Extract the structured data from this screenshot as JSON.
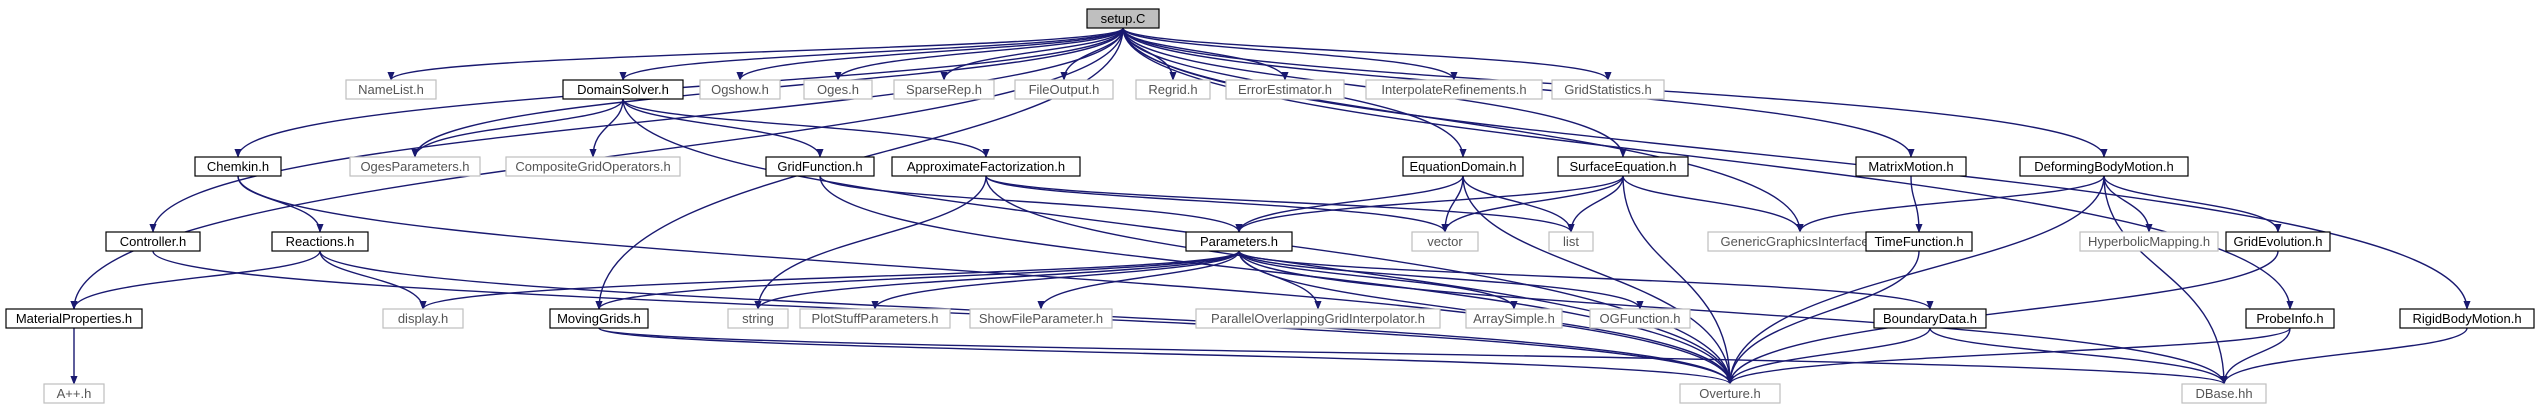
{
  "colors": {
    "edge": "#191970",
    "root_fill": "#bfbfbf",
    "documented_border": "#000000",
    "external_border": "#bfbfbf"
  },
  "root": "setup.C",
  "nodes": [
    {
      "id": "setup_C",
      "label": "setup.C",
      "kind": "root"
    },
    {
      "id": "NameList_h",
      "label": "NameList.h",
      "kind": "external"
    },
    {
      "id": "DomainSolver_h",
      "label": "DomainSolver.h",
      "kind": "documented"
    },
    {
      "id": "Ogshow_h",
      "label": "Ogshow.h",
      "kind": "external"
    },
    {
      "id": "Oges_h",
      "label": "Oges.h",
      "kind": "external"
    },
    {
      "id": "SparseRep_h",
      "label": "SparseRep.h",
      "kind": "external"
    },
    {
      "id": "FileOutput_h",
      "label": "FileOutput.h",
      "kind": "external"
    },
    {
      "id": "Regrid_h",
      "label": "Regrid.h",
      "kind": "external"
    },
    {
      "id": "ErrorEstimator_h",
      "label": "ErrorEstimator.h",
      "kind": "external"
    },
    {
      "id": "InterpolateRefinements_h",
      "label": "InterpolateRefinements.h",
      "kind": "external"
    },
    {
      "id": "GridStatistics_h",
      "label": "GridStatistics.h",
      "kind": "external"
    },
    {
      "id": "Chemkin_h",
      "label": "Chemkin.h",
      "kind": "documented"
    },
    {
      "id": "OgesParameters_h",
      "label": "OgesParameters.h",
      "kind": "external"
    },
    {
      "id": "CompositeGridOperators_h",
      "label": "CompositeGridOperators.h",
      "kind": "external"
    },
    {
      "id": "GridFunction_h",
      "label": "GridFunction.h",
      "kind": "documented"
    },
    {
      "id": "ApproximateFactorization_h",
      "label": "ApproximateFactorization.h",
      "kind": "documented"
    },
    {
      "id": "EquationDomain_h",
      "label": "EquationDomain.h",
      "kind": "documented"
    },
    {
      "id": "SurfaceEquation_h",
      "label": "SurfaceEquation.h",
      "kind": "documented"
    },
    {
      "id": "MatrixMotion_h",
      "label": "MatrixMotion.h",
      "kind": "documented"
    },
    {
      "id": "DeformingBodyMotion_h",
      "label": "DeformingBodyMotion.h",
      "kind": "documented"
    },
    {
      "id": "Controller_h",
      "label": "Controller.h",
      "kind": "documented"
    },
    {
      "id": "Reactions_h",
      "label": "Reactions.h",
      "kind": "documented"
    },
    {
      "id": "Parameters_h",
      "label": "Parameters.h",
      "kind": "documented"
    },
    {
      "id": "vector",
      "label": "vector",
      "kind": "external"
    },
    {
      "id": "list",
      "label": "list",
      "kind": "external"
    },
    {
      "id": "GenericGraphicsInterface_h",
      "label": "GenericGraphicsInterface.h",
      "kind": "external"
    },
    {
      "id": "TimeFunction_h",
      "label": "TimeFunction.h",
      "kind": "documented"
    },
    {
      "id": "HyperbolicMapping_h",
      "label": "HyperbolicMapping.h",
      "kind": "external"
    },
    {
      "id": "GridEvolution_h",
      "label": "GridEvolution.h",
      "kind": "documented"
    },
    {
      "id": "MaterialProperties_h",
      "label": "MaterialProperties.h",
      "kind": "documented"
    },
    {
      "id": "display_h",
      "label": "display.h",
      "kind": "external"
    },
    {
      "id": "MovingGrids_h",
      "label": "MovingGrids.h",
      "kind": "documented"
    },
    {
      "id": "string",
      "label": "string",
      "kind": "external"
    },
    {
      "id": "PlotStuffParameters_h",
      "label": "PlotStuffParameters.h",
      "kind": "external"
    },
    {
      "id": "ShowFileParameter_h",
      "label": "ShowFileParameter.h",
      "kind": "external"
    },
    {
      "id": "ParallelOverlappingGridInterpolator_h",
      "label": "ParallelOverlappingGridInterpolator.h",
      "kind": "external"
    },
    {
      "id": "ArraySimple_h",
      "label": "ArraySimple.h",
      "kind": "external"
    },
    {
      "id": "OGFunction_h",
      "label": "OGFunction.h",
      "kind": "external"
    },
    {
      "id": "BoundaryData_h",
      "label": "BoundaryData.h",
      "kind": "documented"
    },
    {
      "id": "ProbeInfo_h",
      "label": "ProbeInfo.h",
      "kind": "documented"
    },
    {
      "id": "RigidBodyMotion_h",
      "label": "RigidBodyMotion.h",
      "kind": "documented"
    },
    {
      "id": "A_h",
      "label": "A++.h",
      "kind": "external"
    },
    {
      "id": "Overture_h",
      "label": "Overture.h",
      "kind": "external"
    },
    {
      "id": "DBase_hh",
      "label": "DBase.hh",
      "kind": "external"
    }
  ],
  "edges": [
    [
      "setup_C",
      "NameList_h"
    ],
    [
      "setup_C",
      "DomainSolver_h"
    ],
    [
      "setup_C",
      "Ogshow_h"
    ],
    [
      "setup_C",
      "Oges_h"
    ],
    [
      "setup_C",
      "SparseRep_h"
    ],
    [
      "setup_C",
      "FileOutput_h"
    ],
    [
      "setup_C",
      "Regrid_h"
    ],
    [
      "setup_C",
      "ErrorEstimator_h"
    ],
    [
      "setup_C",
      "InterpolateRefinements_h"
    ],
    [
      "setup_C",
      "GridStatistics_h"
    ],
    [
      "setup_C",
      "Chemkin_h"
    ],
    [
      "setup_C",
      "OgesParameters_h"
    ],
    [
      "setup_C",
      "EquationDomain_h"
    ],
    [
      "setup_C",
      "SurfaceEquation_h"
    ],
    [
      "setup_C",
      "MatrixMotion_h"
    ],
    [
      "setup_C",
      "DeformingBodyMotion_h"
    ],
    [
      "setup_C",
      "Controller_h"
    ],
    [
      "setup_C",
      "MaterialProperties_h"
    ],
    [
      "setup_C",
      "MovingGrids_h"
    ],
    [
      "setup_C",
      "GenericGraphicsInterface_h"
    ],
    [
      "setup_C",
      "ProbeInfo_h"
    ],
    [
      "setup_C",
      "RigidBodyMotion_h"
    ],
    [
      "DomainSolver_h",
      "OgesParameters_h"
    ],
    [
      "DomainSolver_h",
      "CompositeGridOperators_h"
    ],
    [
      "DomainSolver_h",
      "GridFunction_h"
    ],
    [
      "DomainSolver_h",
      "ApproximateFactorization_h"
    ],
    [
      "DomainSolver_h",
      "Overture_h"
    ],
    [
      "Chemkin_h",
      "Reactions_h"
    ],
    [
      "Chemkin_h",
      "Overture_h"
    ],
    [
      "Reactions_h",
      "MaterialProperties_h"
    ],
    [
      "Reactions_h",
      "display_h"
    ],
    [
      "Reactions_h",
      "Overture_h"
    ],
    [
      "GridFunction_h",
      "Parameters_h"
    ],
    [
      "GridFunction_h",
      "Overture_h"
    ],
    [
      "ApproximateFactorization_h",
      "string"
    ],
    [
      "ApproximateFactorization_h",
      "vector"
    ],
    [
      "ApproximateFactorization_h",
      "list"
    ],
    [
      "ApproximateFactorization_h",
      "Overture_h"
    ],
    [
      "EquationDomain_h",
      "Parameters_h"
    ],
    [
      "EquationDomain_h",
      "vector"
    ],
    [
      "EquationDomain_h",
      "list"
    ],
    [
      "EquationDomain_h",
      "Overture_h"
    ],
    [
      "SurfaceEquation_h",
      "Parameters_h"
    ],
    [
      "SurfaceEquation_h",
      "vector"
    ],
    [
      "SurfaceEquation_h",
      "list"
    ],
    [
      "SurfaceEquation_h",
      "GenericGraphicsInterface_h"
    ],
    [
      "SurfaceEquation_h",
      "Overture_h"
    ],
    [
      "Parameters_h",
      "display_h"
    ],
    [
      "Parameters_h",
      "MovingGrids_h"
    ],
    [
      "Parameters_h",
      "string"
    ],
    [
      "Parameters_h",
      "PlotStuffParameters_h"
    ],
    [
      "Parameters_h",
      "ShowFileParameter_h"
    ],
    [
      "Parameters_h",
      "ParallelOverlappingGridInterpolator_h"
    ],
    [
      "Parameters_h",
      "ArraySimple_h"
    ],
    [
      "Parameters_h",
      "OGFunction_h"
    ],
    [
      "Parameters_h",
      "BoundaryData_h"
    ],
    [
      "Parameters_h",
      "Overture_h"
    ],
    [
      "Parameters_h",
      "DBase_hh"
    ],
    [
      "MatrixMotion_h",
      "TimeFunction_h"
    ],
    [
      "TimeFunction_h",
      "Overture_h"
    ],
    [
      "DeformingBodyMotion_h",
      "GenericGraphicsInterface_h"
    ],
    [
      "DeformingBodyMotion_h",
      "HyperbolicMapping_h"
    ],
    [
      "DeformingBodyMotion_h",
      "GridEvolution_h"
    ],
    [
      "DeformingBodyMotion_h",
      "Overture_h"
    ],
    [
      "DeformingBodyMotion_h",
      "DBase_hh"
    ],
    [
      "GridEvolution_h",
      "Overture_h"
    ],
    [
      "Controller_h",
      "Overture_h"
    ],
    [
      "MaterialProperties_h",
      "A_h"
    ],
    [
      "MovingGrids_h",
      "Overture_h"
    ],
    [
      "MovingGrids_h",
      "DBase_hh"
    ],
    [
      "BoundaryData_h",
      "Overture_h"
    ],
    [
      "BoundaryData_h",
      "DBase_hh"
    ],
    [
      "ProbeInfo_h",
      "Overture_h"
    ],
    [
      "ProbeInfo_h",
      "DBase_hh"
    ],
    [
      "RigidBodyMotion_h",
      "DBase_hh"
    ]
  ]
}
